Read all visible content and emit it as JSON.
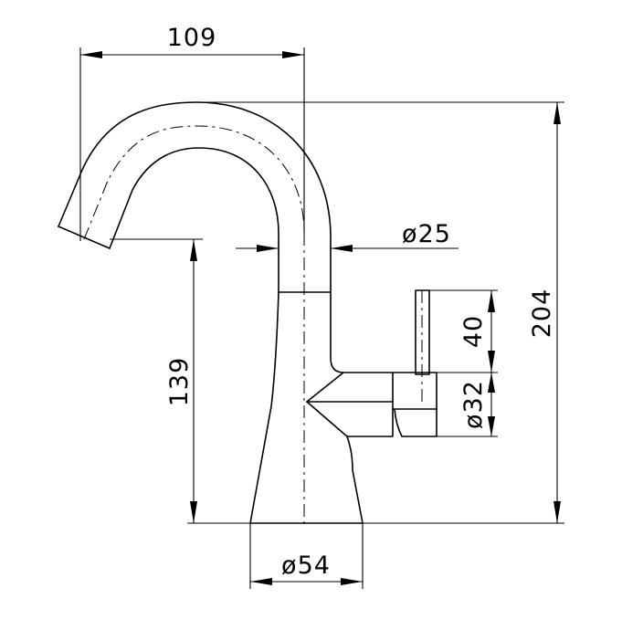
{
  "drawing": {
    "subject": "",
    "dimensions": {
      "spout_reach": "109",
      "spout_diameter": "ø25",
      "handle_height": "40",
      "overall_height": "204",
      "spout_height": "139",
      "handle_diameter": "ø32",
      "base_diameter": "ø54"
    }
  }
}
